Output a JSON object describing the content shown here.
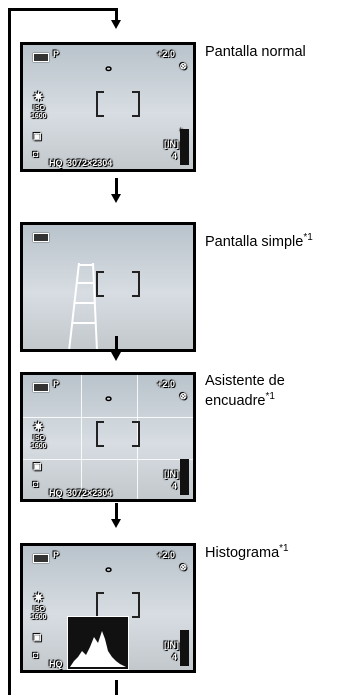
{
  "modes": [
    {
      "label": "Pantalla normal",
      "footnote": ""
    },
    {
      "label": "Pantalla simple",
      "footnote": "*1"
    },
    {
      "label_line1": "Asistente de",
      "label_line2": "encuadre",
      "footnote": "*1"
    },
    {
      "label": "Histograma",
      "footnote": "*1"
    }
  ],
  "osd": {
    "mode": "P",
    "exposure": "+2.0",
    "iso_top": "ISO",
    "iso_value": "1600",
    "quality": "HQ",
    "resolution": "3072×2304",
    "memory": "[IN]",
    "remaining": "4"
  },
  "colors": {
    "line": "#000000",
    "lcd_sky": "#c6ced4"
  }
}
